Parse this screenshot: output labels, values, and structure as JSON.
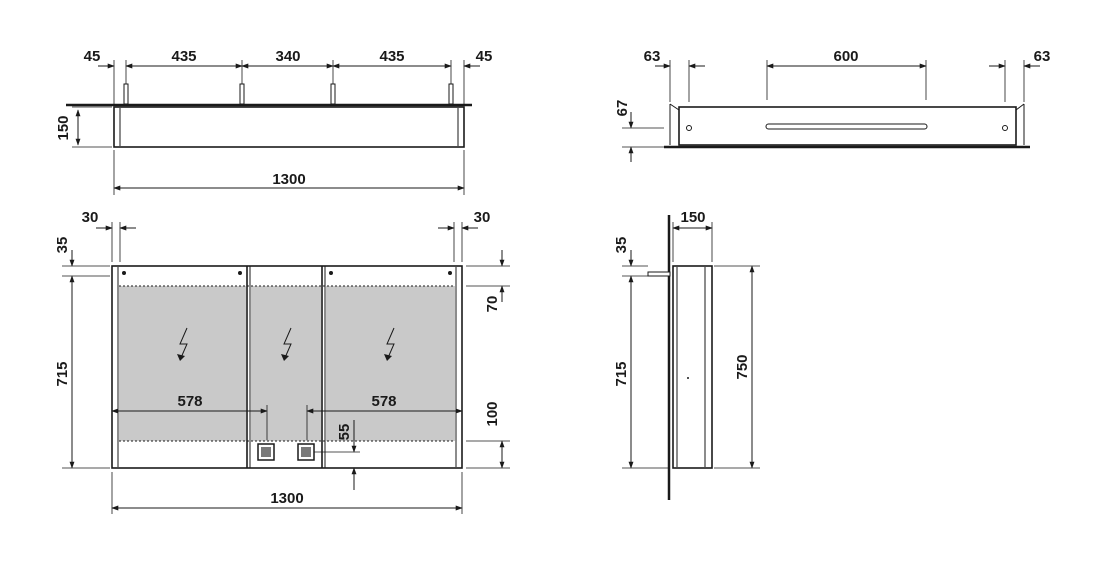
{
  "dimensions": {
    "top_view": {
      "gap_left": "45",
      "span_left": "435",
      "span_middle": "340",
      "span_right": "435",
      "gap_right": "45",
      "depth": "150",
      "overall_width": "1300"
    },
    "light_view": {
      "inset_left": "63",
      "light_length": "600",
      "inset_right": "63",
      "height": "67"
    },
    "front_view": {
      "side_left": "30",
      "side_right": "30",
      "top_margin": "35",
      "height": "715",
      "top_band": "70",
      "door_left": "578",
      "door_right": "578",
      "bottom_band": "100",
      "socket_offset": "55",
      "overall_width": "1300"
    },
    "side_view": {
      "depth": "150",
      "top_margin": "35",
      "height": "715",
      "overall_height": "750"
    }
  },
  "icons": [
    "lightning-icon",
    "socket-icon"
  ]
}
